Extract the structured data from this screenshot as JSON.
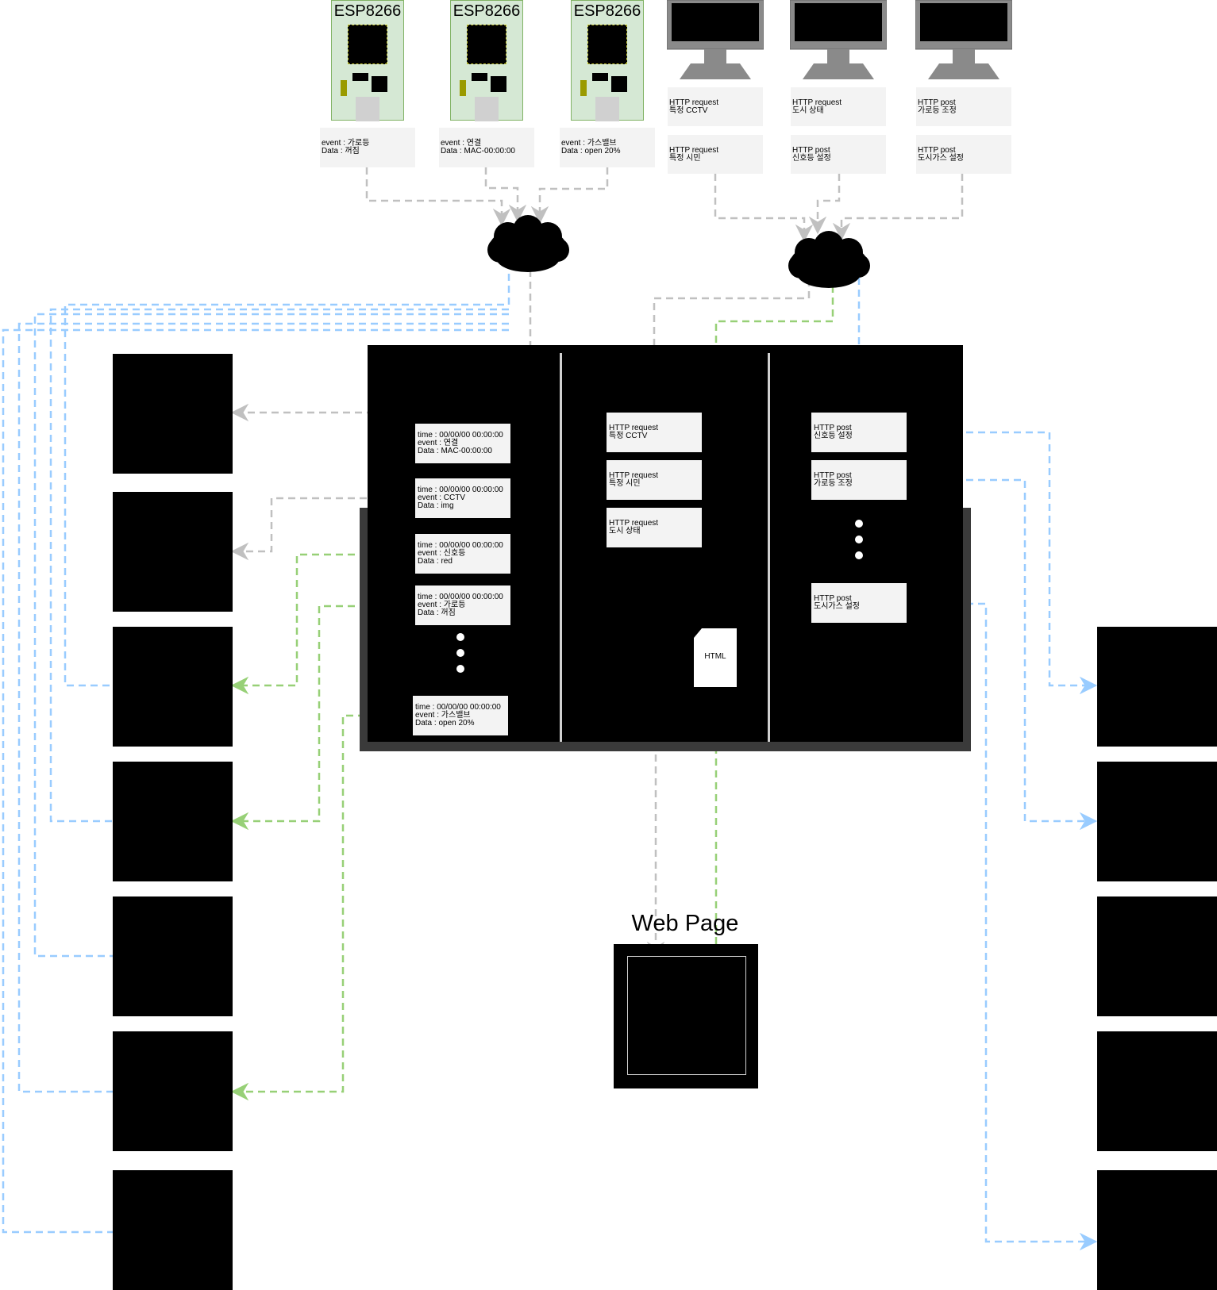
{
  "esp_devices": [
    {
      "label": "ESP8266",
      "note": [
        "event : 가로등",
        "Data : 꺼짐"
      ]
    },
    {
      "label": "ESP8266",
      "note": [
        "event : 연결",
        "Data : MAC-00:00:00"
      ]
    },
    {
      "label": "ESP8266",
      "note": [
        "event : 가스밸브",
        "Data : open 20%"
      ]
    }
  ],
  "clients": [
    {
      "notes": [
        [
          "HTTP request",
          "특정 CCTV"
        ],
        [
          "HTTP request",
          "특정 시민"
        ]
      ]
    },
    {
      "notes": [
        [
          "HTTP request",
          "도시 상태"
        ],
        [
          "HTTP post",
          "신호등 설정"
        ]
      ]
    },
    {
      "notes": [
        [
          "HTTP post",
          "가로등 조정"
        ],
        [
          "HTTP post",
          "도시가스 설정"
        ]
      ]
    }
  ],
  "server": {
    "event_log": [
      [
        "time : 00/00/00 00:00:00",
        "event : 연결",
        "Data : MAC-00:00:00"
      ],
      [
        "time : 00/00/00 00:00:00",
        "event : CCTV",
        "Data : img"
      ],
      [
        "time : 00/00/00 00:00:00",
        "event : 신호등",
        "Data : red"
      ],
      [
        "time : 00/00/00 00:00:00",
        "event : 가로등",
        "Data : 꺼짐"
      ],
      [
        "time : 00/00/00 00:00:00",
        "event : 가스밸브",
        "Data : open 20%"
      ]
    ],
    "requests": [
      [
        "HTTP request",
        "특정 CCTV"
      ],
      [
        "HTTP request",
        "특정 시민"
      ],
      [
        "HTTP request",
        "도시 상태"
      ]
    ],
    "posts": [
      [
        "HTTP post",
        "신호등 설정"
      ],
      [
        "HTTP post",
        "가로등 조정"
      ],
      [
        "HTTP post",
        "도시가스 설정"
      ]
    ],
    "html_label": "HTML"
  },
  "web_page": {
    "title": "Web Page"
  },
  "colors": {
    "gray_line": "#c0c0c0",
    "blue_line": "#99ccff",
    "green_line": "#97d077",
    "esp_fill": "#d5e8d4",
    "esp_border": "#82b366",
    "note_fill": "#f3f3f3"
  }
}
